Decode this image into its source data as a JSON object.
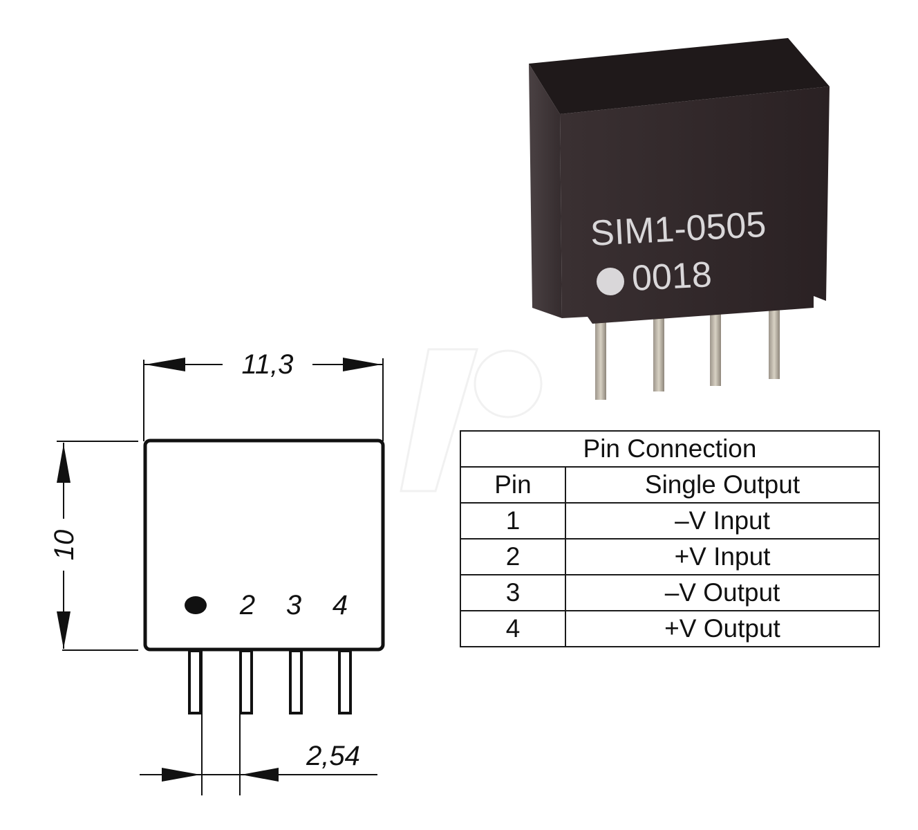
{
  "product": {
    "part_number": "SIM1-0505",
    "lot_code": "0018",
    "body_color": "#2e2526",
    "marking_color": "#d9d7d9",
    "pin_color": "#c9c1b0"
  },
  "drawing": {
    "width_dimension": "11,3",
    "height_dimension": "10",
    "pitch_dimension": "2,54",
    "pin1_marker": "dot",
    "pin_labels": [
      "2",
      "3",
      "4"
    ]
  },
  "pin_table": {
    "title": "Pin Connection",
    "headers": [
      "Pin",
      "Single Output"
    ],
    "rows": [
      {
        "pin": "1",
        "function": "–V Input"
      },
      {
        "pin": "2",
        "function": "+V Input"
      },
      {
        "pin": "3",
        "function": "–V Output"
      },
      {
        "pin": "4",
        "function": "+V Output"
      }
    ]
  }
}
